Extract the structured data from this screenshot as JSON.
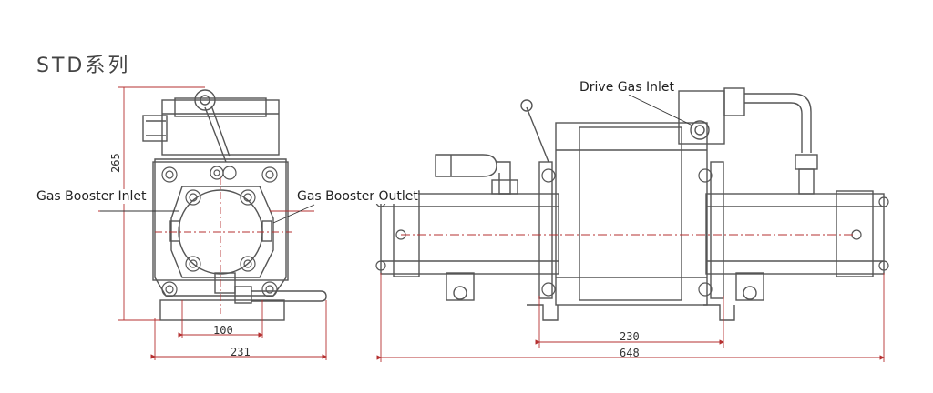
{
  "title": "STD系列",
  "labels": {
    "drive_gas_inlet": "Drive Gas Inlet",
    "gas_booster_inlet": "Gas Booster Inlet",
    "gas_booster_outlet": "Gas Booster Outlet"
  },
  "dimensions": {
    "height_265": "265",
    "width_100": "100",
    "width_231_left": "231",
    "width_230_right": "230",
    "length_648": "648"
  },
  "colors": {
    "outline": "#555555",
    "dimension_line": "#b53030",
    "hidden_line": "#c24a4a"
  }
}
